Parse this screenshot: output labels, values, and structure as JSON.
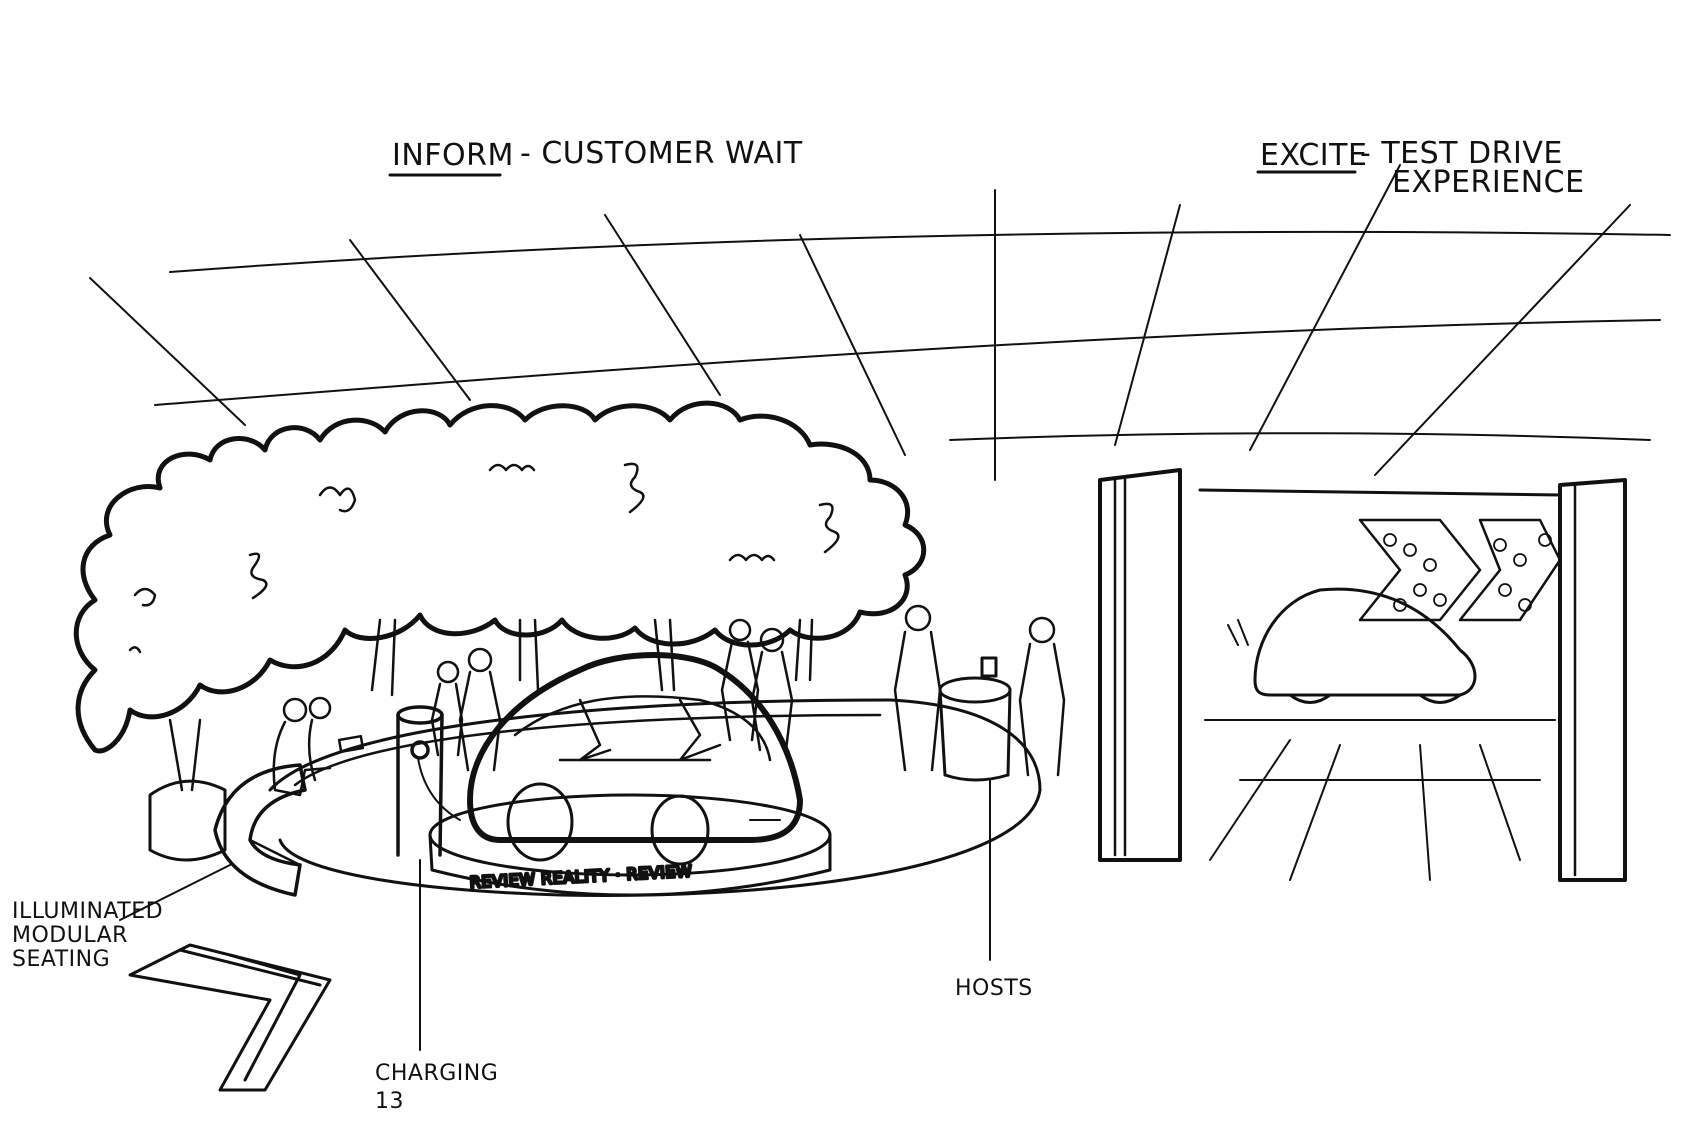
{
  "labels": {
    "inform_word": "INFORM",
    "inform_rest": "- CUSTOMER WAIT",
    "excite_word": "EXCITE",
    "excite_rest": "- TEST DRIVE",
    "excite_line2": "EXPERIENCE",
    "seating_line1": "ILLUMINATED",
    "seating_line2": "MODULAR",
    "seating_line3": "SEATING",
    "charging_line1": "CHARGING",
    "charging_line2": "13",
    "hosts": "HOSTS",
    "plinth_text": "REVIEW REALITY · REVIEW"
  },
  "colors": {
    "ink": "#111111",
    "paper": "#ffffff"
  }
}
